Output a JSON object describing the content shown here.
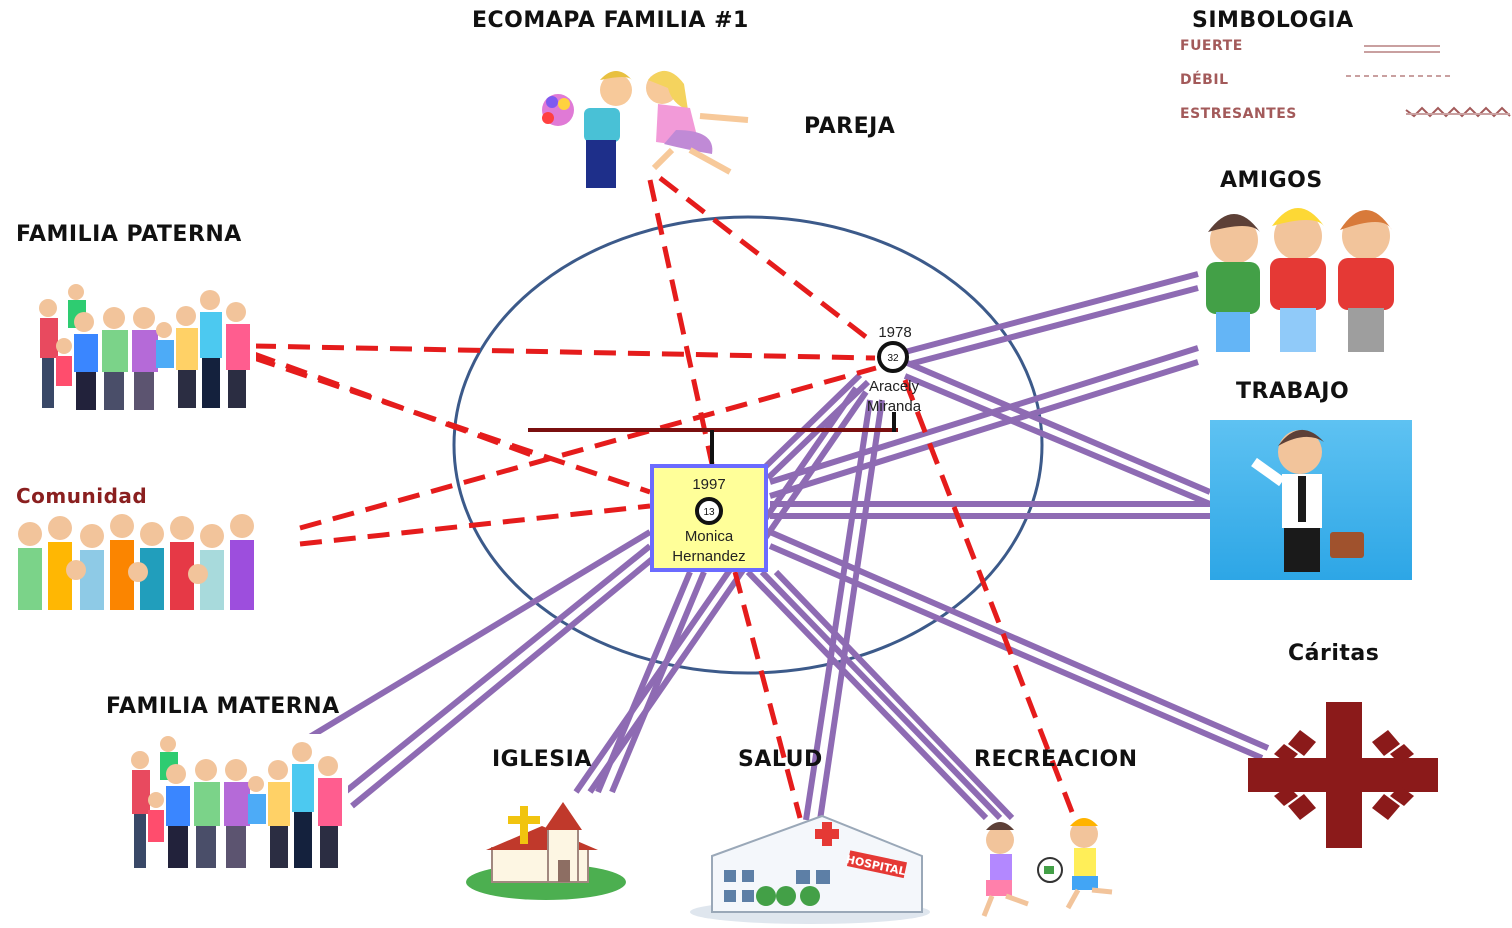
{
  "title": "ECOMAPA FAMILIA #1",
  "legend": {
    "title": "SIMBOLOGIA",
    "items": [
      {
        "label": "FUERTE",
        "style": "double-solid"
      },
      {
        "label": "DÉBIL",
        "style": "dashed"
      },
      {
        "label": "ESTRESANTES",
        "style": "zigzag"
      }
    ]
  },
  "systems": {
    "pareja": "PAREJA",
    "familia_paterna": "FAMILIA PATERNA",
    "comunidad": "Comunidad",
    "familia_materna": "FAMILIA MATERNA",
    "iglesia": "IGLESIA",
    "salud": "SALUD",
    "recreacion": "RECREACION",
    "caritas": "Cáritas",
    "amigos": "AMIGOS",
    "trabajo": "TRABAJO"
  },
  "persons": {
    "aracely": {
      "year": "1978",
      "age": "32",
      "name_line1": "Aracely",
      "name_line2": "Miranda"
    },
    "monica": {
      "year": "1997",
      "age": "13",
      "name_line1": "Monica",
      "name_line2": "Hernandez"
    }
  },
  "hospital_sign": "HOSPITAL",
  "colors": {
    "strong": "#8e6bb3",
    "weak": "#e51c1c",
    "circle": "#3c5a8a",
    "family_line": "#7a0f0f",
    "box_fill": "#ffff99",
    "box_border": "#6b6bff",
    "caritas": "#8b1a1a"
  }
}
